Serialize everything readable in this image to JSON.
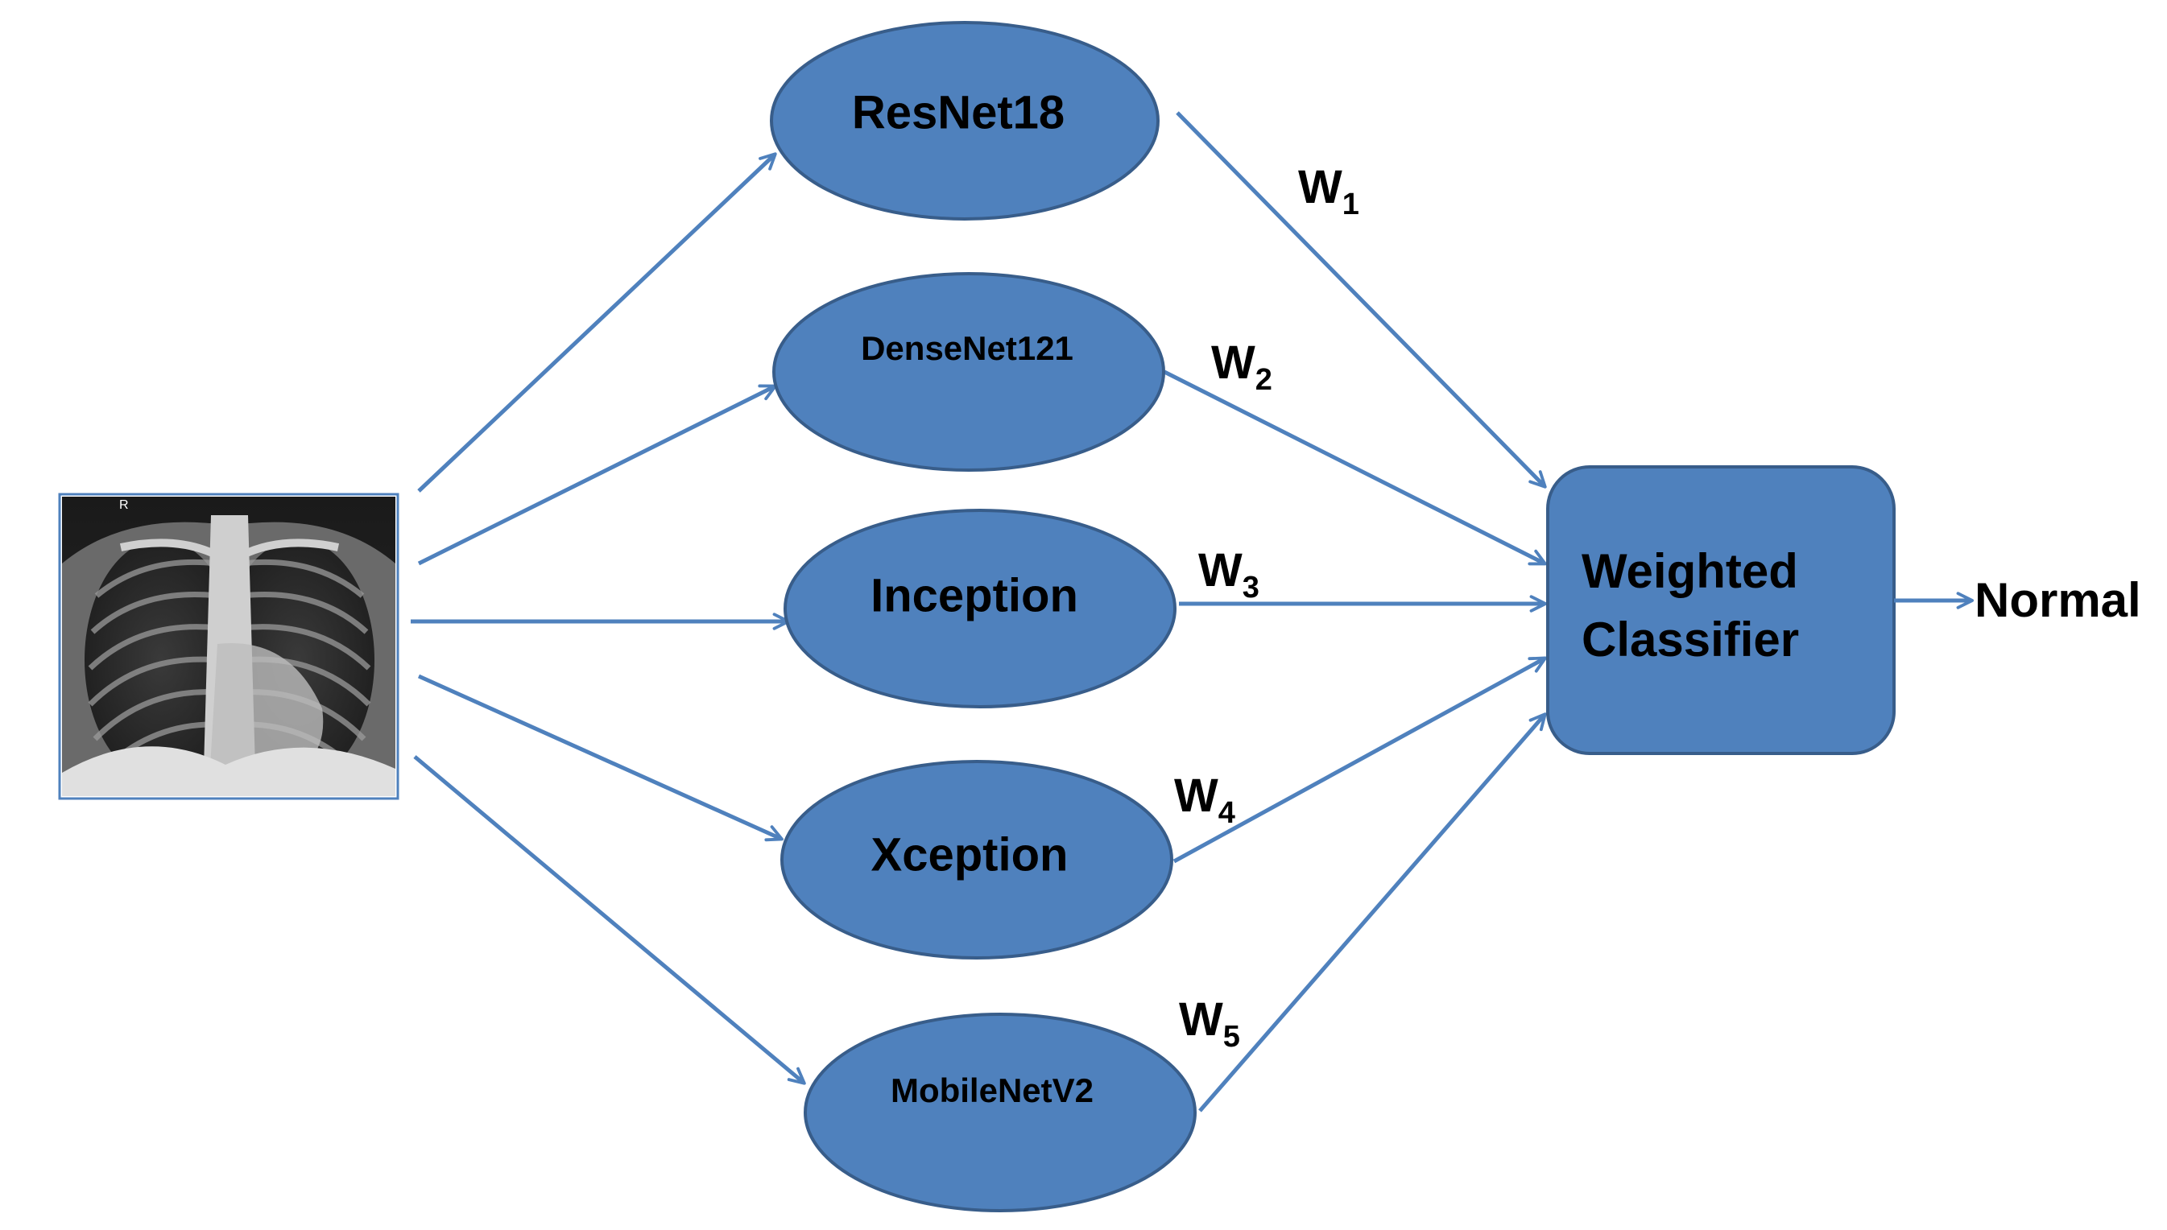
{
  "colors": {
    "node_fill": "#4F81BD",
    "node_stroke": "#385D8A",
    "arrow": "#4F81BD",
    "text": "#000000"
  },
  "input_image": {
    "marker_label": "R"
  },
  "models": [
    {
      "label": "ResNet18",
      "weight": "W",
      "weight_sub": "1"
    },
    {
      "label": "DenseNet121",
      "weight": "W",
      "weight_sub": "2"
    },
    {
      "label": "Inception",
      "weight": "W",
      "weight_sub": "3"
    },
    {
      "label": "Xception",
      "weight": "W",
      "weight_sub": "4"
    },
    {
      "label": "MobileNetV2",
      "weight": "W",
      "weight_sub": "5"
    }
  ],
  "classifier": {
    "line1": "Weighted",
    "line2": "Classifier"
  },
  "output": {
    "label": "Normal"
  }
}
